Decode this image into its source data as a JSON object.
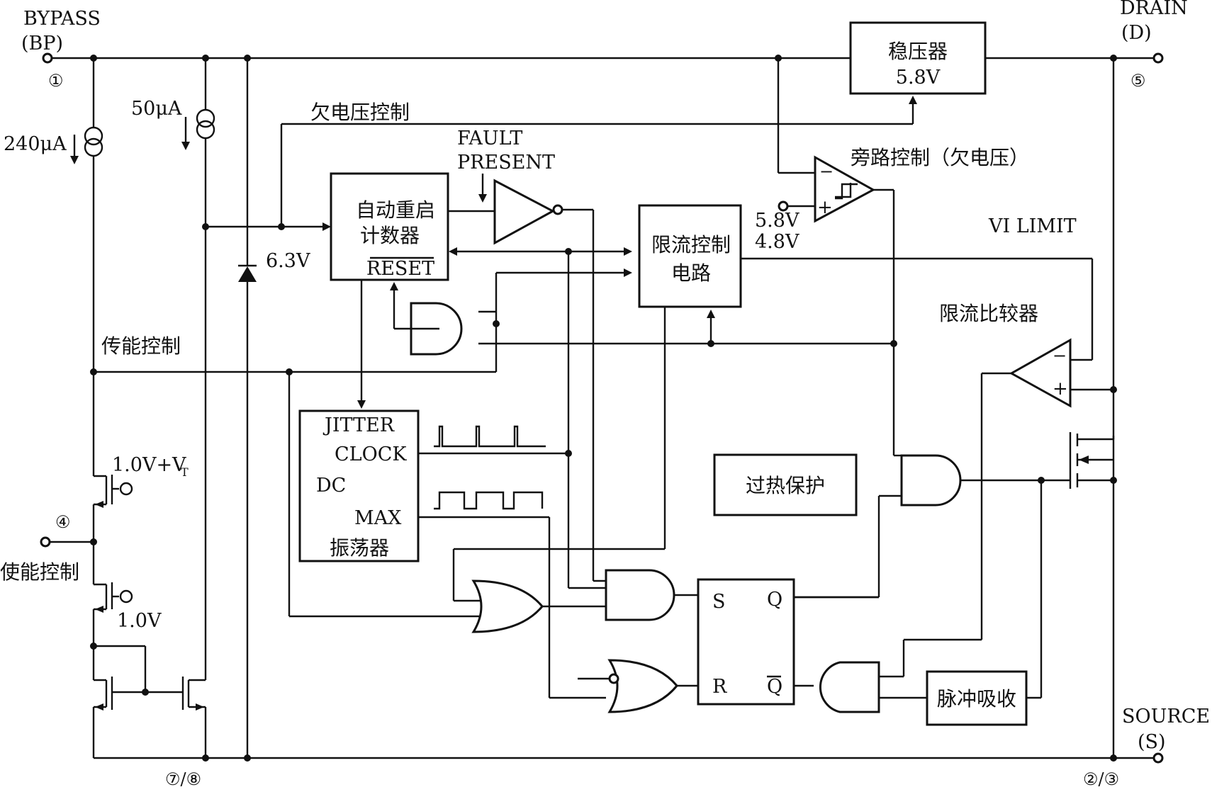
{
  "pins": {
    "bypass_name": "BYPASS",
    "bypass_abbr": "(BP)",
    "bypass_num": "①",
    "drain_name": "DRAIN",
    "drain_abbr": "(D)",
    "drain_num": "⑤",
    "source_name": "SOURCE",
    "source_abbr": "(S)",
    "source_num": "②/③",
    "enable_num": "④",
    "ground_num": "⑦/⑧"
  },
  "labels": {
    "current_240": "240μA",
    "current_50": "50μA",
    "zener": "6.3V",
    "undervoltage": "欠电压控制",
    "fault": "FAULT",
    "present": "PRESENT",
    "bypass_ctrl": "旁路控制（欠电压）",
    "ref_high": "5.8V",
    "ref_low": "4.8V",
    "vi_limit": "VI  LIMIT",
    "limit_comparator": "限流比较器",
    "enable_transfer": "传能控制",
    "enable_control": "使能控制",
    "th_high": "1.0V+V",
    "th_high_sub": "T",
    "th_low": "1.0V",
    "comp_minus": "−",
    "comp_plus": "+",
    "hyst_minus": "−",
    "hyst_plus": "+"
  },
  "blocks": {
    "regulator_l1": "稳压器",
    "regulator_l2": "5.8V",
    "restart_l1": "自动重启",
    "restart_l2": "计数器",
    "restart_reset": "RESET",
    "limit_l1": "限流控制",
    "limit_l2": "电路",
    "osc_jitter": "JITTER",
    "osc_clock": "CLOCK",
    "osc_dc": "DC",
    "osc_max": "MAX",
    "osc_name": "振荡器",
    "thermal": "过热保护",
    "pulse": "脉冲吸收",
    "ff_s": "S",
    "ff_r": "R",
    "ff_q": "Q",
    "ff_qbar": "Q"
  }
}
